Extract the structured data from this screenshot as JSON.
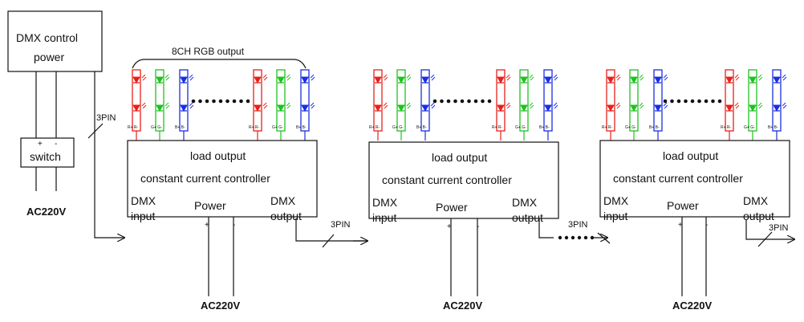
{
  "dmx_power": {
    "line1": "DMX control",
    "line2": "power"
  },
  "switch": {
    "label": "switch",
    "plus": "+",
    "minus": "-"
  },
  "input_label": "AC220V",
  "pin_label": "3PIN",
  "rgb_label": "8CH RGB output",
  "controllers": [
    {
      "title1": "load output",
      "title2": "constant current controller",
      "dmx_in_1": "DMX",
      "dmx_in_2": "input",
      "power": "Power",
      "dmx_out_1": "DMX",
      "dmx_out_2": "output",
      "plus": "+",
      "minus": "-",
      "ac": "AC220V"
    },
    {
      "title1": "load output",
      "title2": "constant current controller",
      "dmx_in_1": "DMX",
      "dmx_in_2": "input",
      "power": "Power",
      "dmx_out_1": "DMX",
      "dmx_out_2": "output",
      "plus": "+",
      "minus": "-",
      "ac": "AC220V"
    },
    {
      "title1": "load output",
      "title2": "constant current controller",
      "dmx_in_1": "DMX",
      "dmx_in_2": "input",
      "power": "Power",
      "dmx_out_1": "DMX",
      "dmx_out_2": "output",
      "plus": "+",
      "minus": "-",
      "ac": "AC220V"
    }
  ],
  "colors": {
    "red": "#e8201a",
    "green": "#1ec21e",
    "blue": "#1a2ee0",
    "line": "#111111"
  },
  "channel_tags": {
    "r": "R+ R-",
    "g": "G+ G-",
    "b": "B+ B-"
  }
}
